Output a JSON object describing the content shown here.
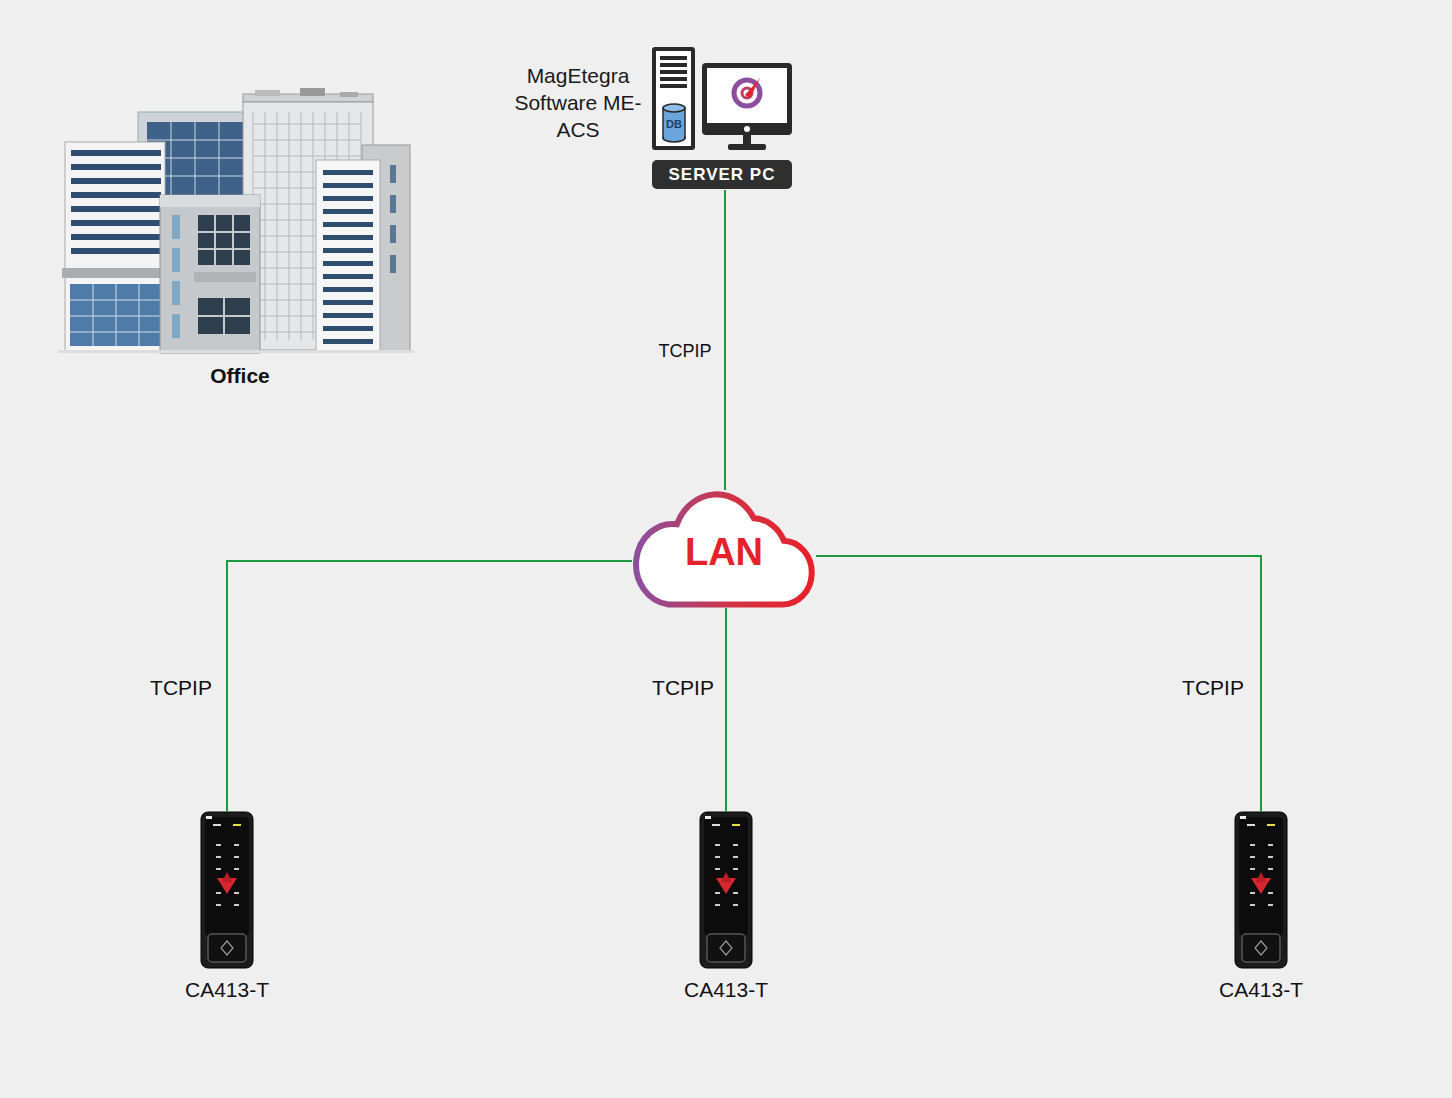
{
  "diagram": {
    "nodes": [
      {
        "text": [
          "Office"
        ]
      },
      {
        "text": [
          "MagEtegra Software ME-ACS",
          "SERVER PC"
        ]
      },
      {
        "text": [
          "LAN"
        ]
      },
      {
        "text": [
          "CA413-T"
        ]
      },
      {
        "text": [
          "CA413-T"
        ]
      },
      {
        "text": [
          "CA413-T"
        ]
      }
    ],
    "edges": [
      {
        "from": 1,
        "to": 2,
        "label": "TCPIP",
        "arrow": "none"
      },
      {
        "from": 2,
        "to": 3,
        "label": "TCPIP",
        "arrow": "none"
      },
      {
        "from": 2,
        "to": 4,
        "label": "TCPIP",
        "arrow": "none"
      },
      {
        "from": 2,
        "to": 5,
        "label": "TCPIP",
        "arrow": "none"
      }
    ],
    "labels": [
      "DB"
    ]
  }
}
